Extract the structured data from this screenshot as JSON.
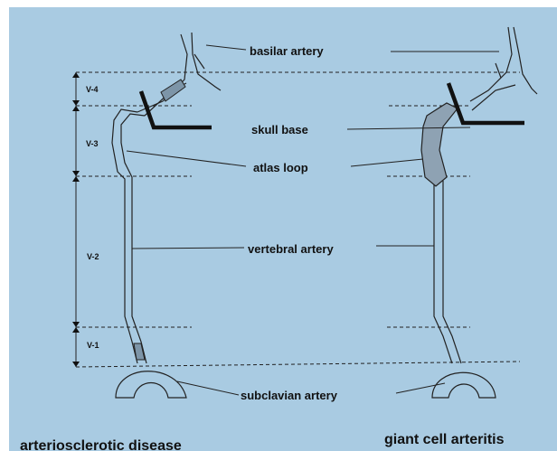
{
  "labels": {
    "basilar": "basilar artery",
    "skull_base": "skull base",
    "atlas_loop": "atlas loop",
    "vertebral": "vertebral artery",
    "subclavian": "subclavian artery"
  },
  "segments": {
    "v4": "V-4",
    "v3": "V-3",
    "v2": "V-2",
    "v1": "V-1"
  },
  "captions": {
    "left": "arteriosclerotic disease",
    "right": "giant cell arteritis"
  },
  "colors": {
    "background": "#a9cbe2",
    "ink": "#111111"
  }
}
